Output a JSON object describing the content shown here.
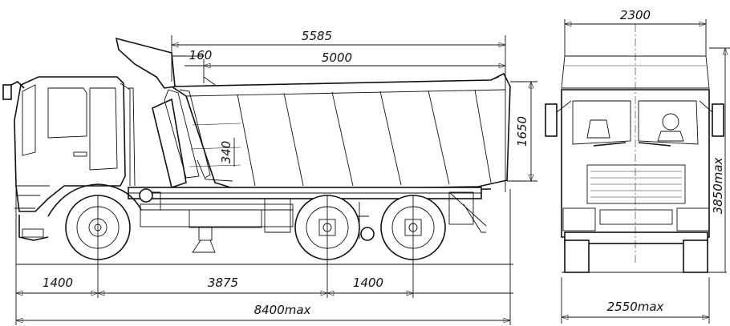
{
  "dimensions": {
    "body_length": "5585",
    "platform_length": "5000",
    "front_offset": "160",
    "side_height": "1650",
    "sill_height": "340",
    "front_overhang": "1400",
    "wheelbase_front": "3875",
    "wheelbase_rear": "1400",
    "overall_length": "8400max",
    "front_width": "2300",
    "overall_height": "3850max",
    "overall_width": "2550max"
  }
}
